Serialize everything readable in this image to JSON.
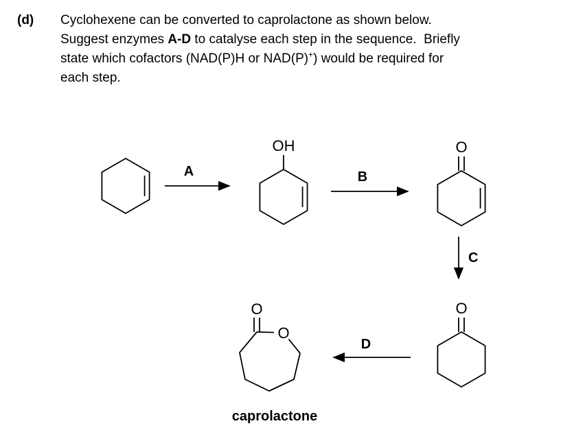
{
  "colors": {
    "background": "#ffffff",
    "ink": "#000000"
  },
  "question": {
    "label": "(d)",
    "line1": "Cyclohexene can be converted to caprolactone as shown below.",
    "line2_pre": "Suggest enzymes ",
    "line2_bold": "A-D",
    "line2_post": " to catalyse each step in the sequence.  Briefly",
    "line3_pre": "state which cofactors (NAD(P)H or NAD(P)",
    "line3_sup": "+",
    "line3_post": ") would be required for",
    "line4": "each step."
  },
  "scheme": {
    "arrows": {
      "a": "A",
      "b": "B",
      "c": "C",
      "d": "D"
    },
    "atoms": {
      "enol_oh": "OH",
      "enone_o": "O",
      "ketone_o": "O",
      "lactone_carbonyl_o": "O",
      "lactone_ring_o": "O"
    },
    "caption": "caprolactone"
  }
}
